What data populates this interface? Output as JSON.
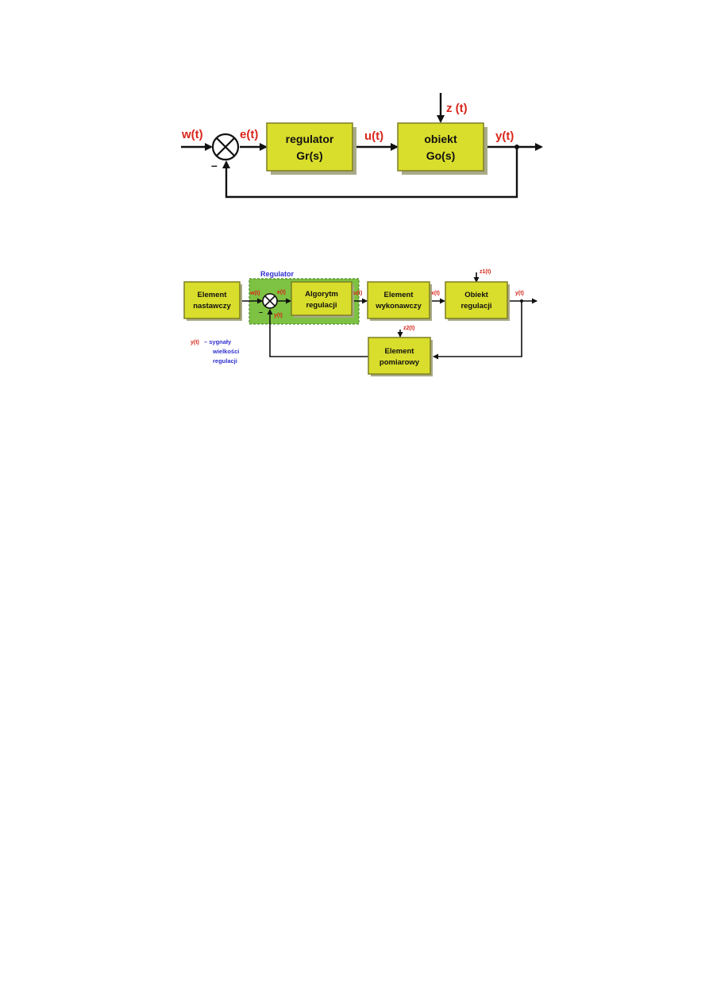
{
  "colors": {
    "block_fill": "#d9dd2b",
    "regulator_zone": "#7dc242",
    "signal_label": "#d8261b",
    "regulator_label": "#2f2fd0"
  },
  "diagram1": {
    "input": "w(t)",
    "error": "e(t)",
    "minus": "–",
    "regulator_title": "regulator",
    "regulator_tf": "Gr(s)",
    "control": "u(t)",
    "object_title": "obiekt",
    "object_tf": "Go(s)",
    "disturbance": "z (t)",
    "output": "y(t)"
  },
  "diagram2": {
    "regulator_group": "Regulator",
    "setpoint_block": [
      "Element",
      "nastawczy"
    ],
    "w_label": "w(t)",
    "e_label": "e(t)",
    "minus": "–",
    "y_feedback": "y(t)",
    "algorithm_block": [
      "Algorytm",
      "regulacji"
    ],
    "u_label": "u(t)",
    "actuator_block": [
      "Element",
      "wykonawczy"
    ],
    "x_label": "x(t)",
    "object_block": [
      "Obiekt",
      "regulacji"
    ],
    "z1_label": "z1(t)",
    "output": "y(t)",
    "measure_block": [
      "Element",
      "pomiarowy"
    ],
    "z2_label": "z2(t)",
    "legend_symbol": "y(t)",
    "legend_text": [
      "– sygnały",
      "wielkości",
      "regulacji"
    ]
  }
}
